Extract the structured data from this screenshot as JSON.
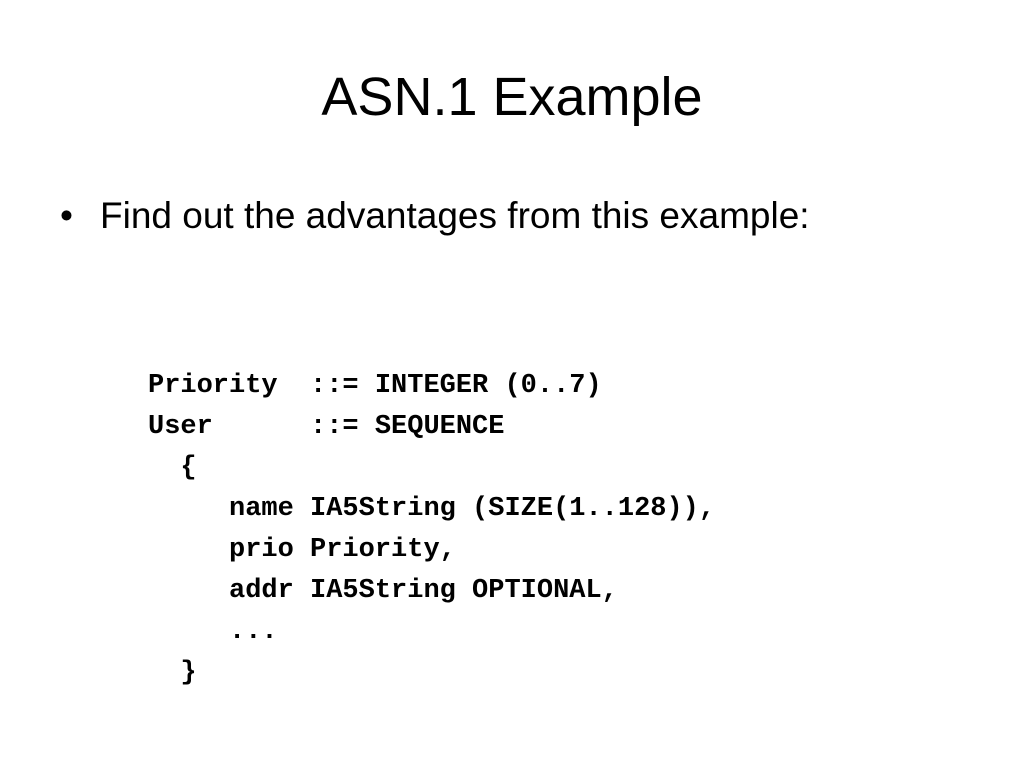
{
  "slide": {
    "title": "ASN.1 Example",
    "bullet": {
      "marker": "•",
      "text": "Find out the advantages from this example:"
    },
    "code_lines": [
      "Priority  ::= INTEGER (0..7)",
      "User      ::= SEQUENCE",
      "  {",
      "     name IA5String (SIZE(1..128)),",
      "     prio Priority,",
      "     addr IA5String OPTIONAL,",
      "     ...",
      "  }"
    ]
  }
}
